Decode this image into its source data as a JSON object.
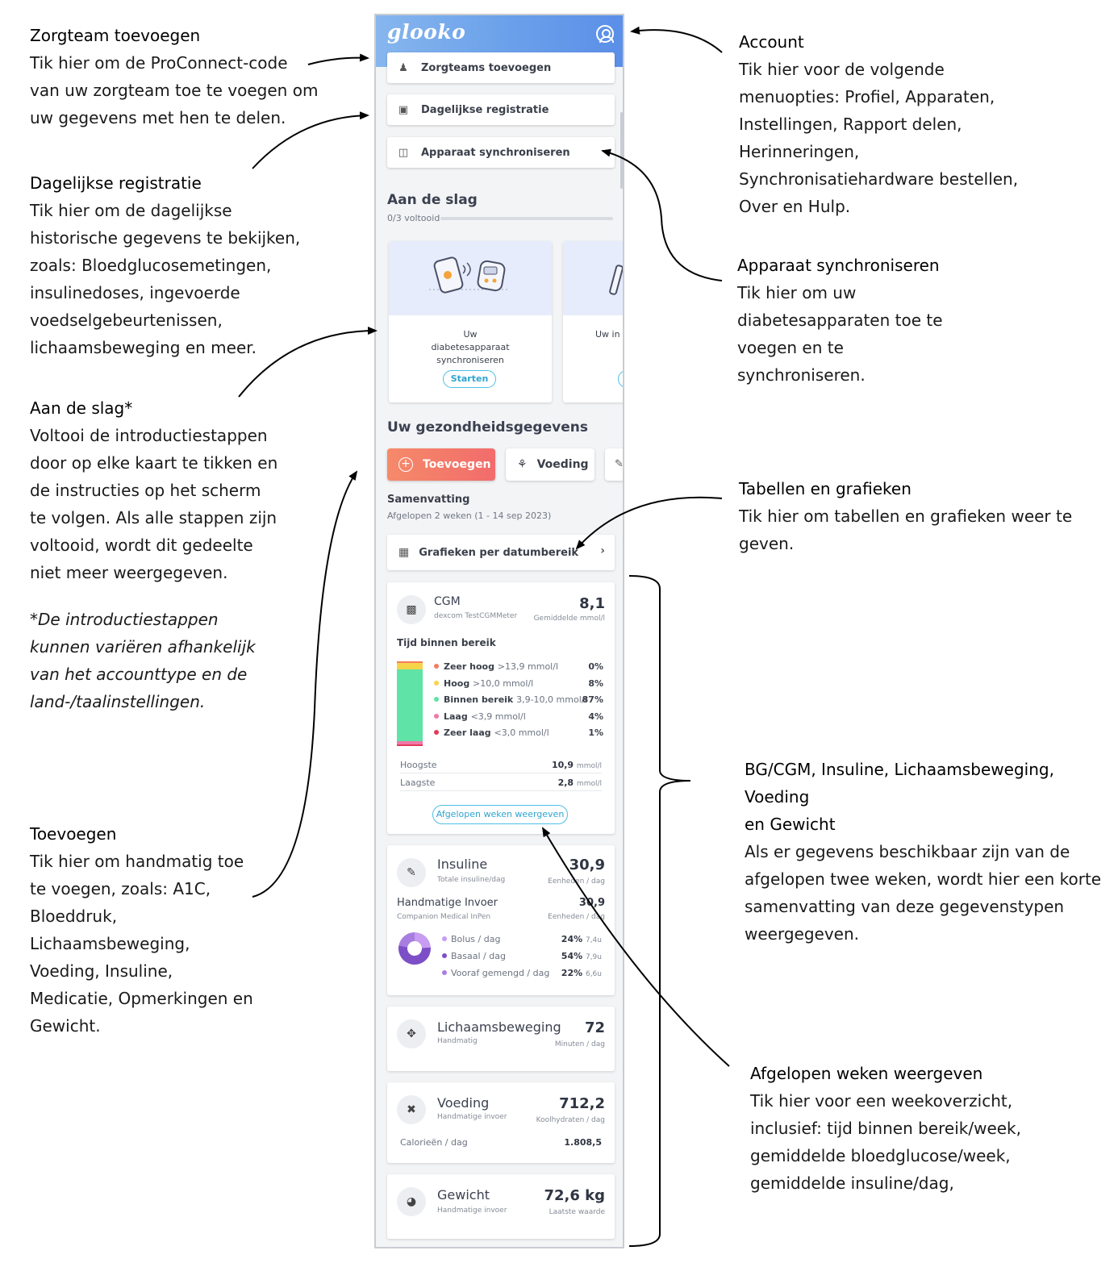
{
  "app": {
    "logo": "glooko",
    "nav": {
      "care_team": "Zorgteams toevoegen",
      "daily": "Dagelijkse registratie",
      "sync": "Apparaat synchroniseren"
    },
    "getting_started": {
      "title": "Aan de slag",
      "progress": "0/3 voltooid",
      "progress_fraction": 0,
      "cards": [
        {
          "text": "Uw diabetesapparaat synchroniseren",
          "button": "Starten"
        },
        {
          "text": "Uw in"
        }
      ]
    },
    "health": {
      "title": "Uw gezondheidsgegevens",
      "add_button": "Toevoegen",
      "food_button": "Voeding",
      "summary_label": "Samenvatting",
      "summary_range": "Afgelopen 2 weken (1 - 14 sep 2023)",
      "charts_button": "Grafieken per datumbereik"
    },
    "cgm": {
      "title": "CGM",
      "device": "dexcom TestCGMMeter",
      "value": "8,1",
      "unit": "Gemiddelde mmol/l",
      "tir_title": "Tijd binnen bereik",
      "ranges": [
        {
          "label": "Zeer hoog",
          "range": ">13,9 mmol/l",
          "pct": "0%",
          "value": 0,
          "color": "#f47b5c"
        },
        {
          "label": "Hoog",
          "range": ">10,0 mmol/l",
          "pct": "8%",
          "value": 8,
          "color": "#f6d449"
        },
        {
          "label": "Binnen bereik",
          "range": "3,9-10,0 mmol/l",
          "pct": "87%",
          "value": 87,
          "color": "#5fe3a6"
        },
        {
          "label": "Laag",
          "range": "<3,9 mmol/l",
          "pct": "4%",
          "value": 4,
          "color": "#f178a8"
        },
        {
          "label": "Zeer laag",
          "range": "<3,0 mmol/l",
          "pct": "1%",
          "value": 1,
          "color": "#e23b5b"
        }
      ],
      "highest_label": "Hoogste",
      "highest_value": "10,9",
      "lowest_label": "Laagste",
      "lowest_value": "2,8",
      "mmol_unit": "mmol/l",
      "weeks_button": "Afgelopen weken weergeven"
    },
    "insulin": {
      "title": "Insuline",
      "sub": "Totale insuline/dag",
      "value": "30,9",
      "unit": "Eenheden / dag",
      "manual_title": "Handmatige Invoer",
      "manual_sub": "Companion Medical InPen",
      "manual_value": "30,9",
      "manual_unit": "Eenheden / dag",
      "rows": [
        {
          "label": "Bolus / dag",
          "pct": "24%",
          "val": "7,4u",
          "value": 24,
          "color": "#c79cf1"
        },
        {
          "label": "Basaal / dag",
          "pct": "54%",
          "val": "7,9u",
          "value": 54,
          "color": "#7d4fc7"
        },
        {
          "label": "Vooraf gemengd / dag",
          "pct": "22%",
          "val": "6,6u",
          "value": 22,
          "color": "#a87de0"
        }
      ]
    },
    "exercise": {
      "title": "Lichaamsbeweging",
      "sub": "Handmatig",
      "value": "72",
      "unit": "Minuten / dag"
    },
    "food": {
      "title": "Voeding",
      "sub": "Handmatige invoer",
      "value": "712,2",
      "unit": "Koolhydraten / dag",
      "cal_label": "Calorieën / dag",
      "cal_value": "1.808,5"
    },
    "weight": {
      "title": "Gewicht",
      "sub": "Handmatige invoer",
      "value": "72,6 kg",
      "unit": "Laatste waarde"
    }
  },
  "notes": {
    "care_team": {
      "title": "Zorgteam toevoegen",
      "body": "Tik hier om de ProConnect-code\nvan uw zorgteam toe te voegen om\nuw gegevens met hen te delen."
    },
    "daily": {
      "title": "Dagelijkse registratie",
      "body": "Tik hier om de dagelijkse\nhistorische gegevens te bekijken,\nzoals: Bloedglucosemetingen,\ninsulinedoses, ingevoerde\nvoedselgebeurtenissen,\nlichaamsbeweging en meer."
    },
    "getting_started": {
      "title": "Aan de slag*",
      "body": "Voltooi de introductiestappen\ndoor op elke kaart te tikken en\nde instructies op het scherm\nte volgen. Als alle stappen zijn\nvoltooid, wordt dit gedeelte\nniet meer weergegeven.",
      "footnote": "*De introductiestappen\nkunnen variëren afhankelijk\nvan het accounttype en de\nland-/taalinstellingen."
    },
    "add": {
      "title": "Toevoegen",
      "body": "Tik hier om handmatig toe\nte voegen, zoals: A1C,\nBloeddruk,\nLichaamsbeweging,\nVoeding, Insuline,\nMedicatie, Opmerkingen en\nGewicht."
    },
    "account": {
      "title": "Account",
      "body": "Tik hier voor de volgende\nmenuopties: Profiel, Apparaten,\nInstellingen, Rapport delen,\nHerinneringen,\nSynchronisatiehardware bestellen,\nOver en Hulp."
    },
    "sync": {
      "title": "Apparaat synchroniseren",
      "body": "Tik hier om uw\ndiabetesapparaten toe te\nvoegen en te\nsynchroniseren."
    },
    "charts": {
      "title": "Tabellen en grafieken",
      "body": "Tik hier om tabellen en grafieken weer te\ngeven."
    },
    "summary": {
      "title": "BG/CGM, Insuline, Lichaamsbeweging, Voeding\nen Gewicht",
      "body": "Als er gegevens beschikbaar zijn van de\nafgelopen twee weken, wordt hier een korte\nsamenvatting van deze gegevenstypen\nweergegeven."
    },
    "weeks": {
      "title": "Afgelopen weken weergeven",
      "body": "Tik hier voor een weekoverzicht,\ninclusief: tijd binnen bereik/week,\ngemiddelde bloedglucose/week,\ngemiddelde insuline/dag,"
    }
  }
}
